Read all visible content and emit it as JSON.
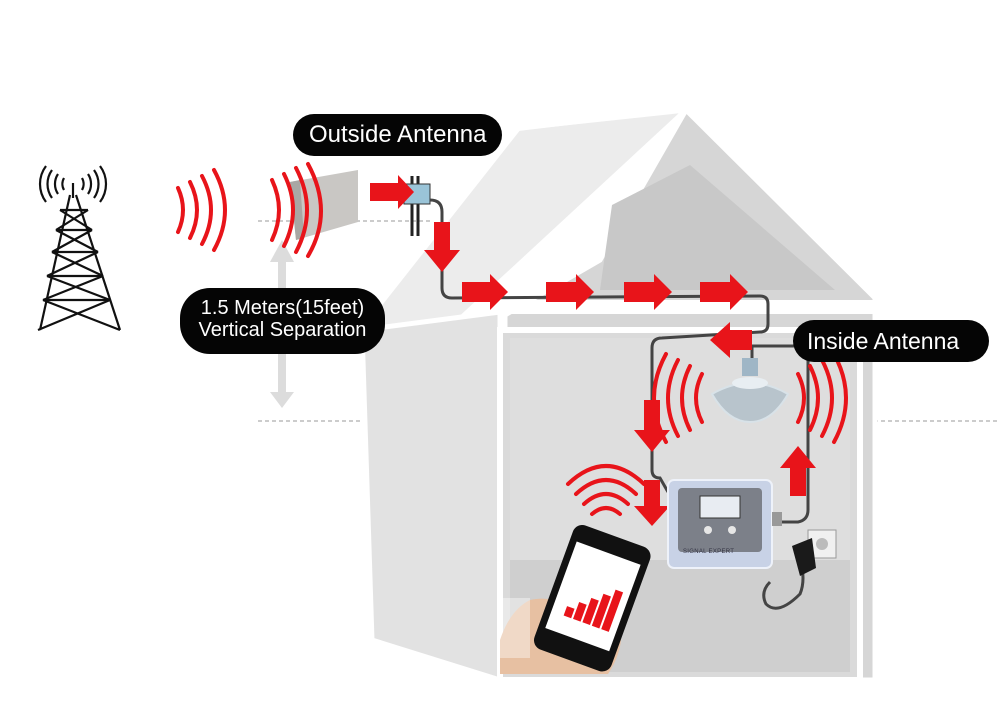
{
  "labels": {
    "outside_antenna": "Outside Antenna",
    "inside_antenna": "Inside Antenna",
    "separation_line1": "1.5 Meters(15feet)",
    "separation_line2": "Vertical Separation",
    "repeater_brand": "SIGNAL EXPERT"
  },
  "colors": {
    "signal": "#e8141a",
    "house_wall": "#d4d4d4",
    "house_outline": "#ffffff",
    "cable": "#555555",
    "label_bg": "#050505",
    "label_text": "#ffffff"
  },
  "icons": [
    "cell-tower-icon",
    "outside-panel-antenna",
    "inside-ceiling-antenna",
    "signal-repeater",
    "power-adapter",
    "smartphone"
  ]
}
